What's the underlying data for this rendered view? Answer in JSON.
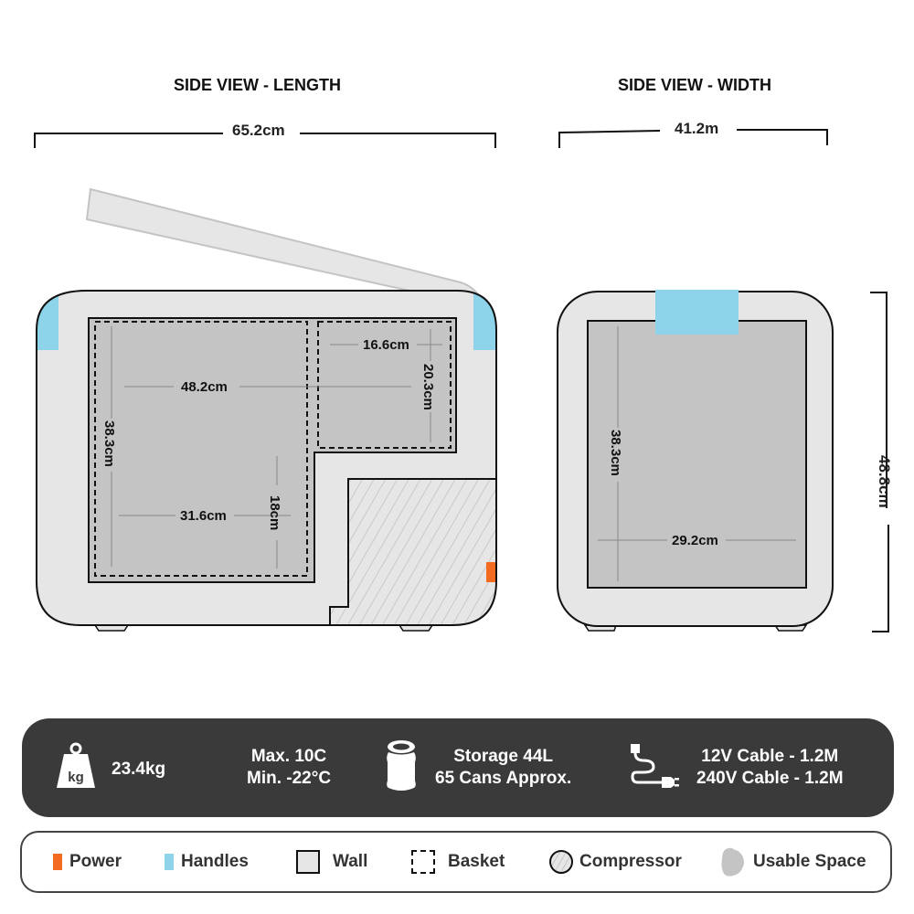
{
  "views": {
    "length": {
      "title": "SIDE VIEW - LENGTH",
      "overall_length": "65.2cm",
      "dimensions": {
        "basket_long_width": "48.2cm",
        "basket_height": "38.3cm",
        "lower_basket_width": "31.6cm",
        "lower_basket_height": "18cm",
        "small_basket_width": "16.6cm",
        "small_basket_height": "20.3cm"
      }
    },
    "width": {
      "title": "SIDE VIEW - WIDTH",
      "overall_width": "41.2m",
      "overall_height": "48.8cm",
      "dimensions": {
        "inner_height": "38.3cm",
        "inner_width": "29.2cm"
      }
    }
  },
  "specs": {
    "weight": {
      "icon": "weight-kg-icon",
      "icon_text": "kg",
      "value": "23.4kg"
    },
    "temperature": {
      "max": "Max. 10C",
      "min": "Min. -22°C"
    },
    "storage": {
      "icon": "can-icon",
      "line1": "Storage 44L",
      "line2": "65 Cans Approx."
    },
    "cables": {
      "icon": "power-cable-icon",
      "line1": "12V Cable -  1.2M",
      "line2": "240V Cable - 1.2M"
    }
  },
  "legend": {
    "items": [
      {
        "label": "Power",
        "icon": "power-swatch",
        "color": "#f26b21"
      },
      {
        "label": "Handles",
        "icon": "handles-swatch",
        "color": "#8dd4ea"
      },
      {
        "label": "Wall",
        "icon": "wall-swatch",
        "color": "#e6e6e6"
      },
      {
        "label": "Basket",
        "icon": "basket-dashed-swatch",
        "color": "#ffffff"
      },
      {
        "label": "Compressor",
        "icon": "compressor-hatched-swatch",
        "color": "#e6e6e6"
      },
      {
        "label": "Usable Space",
        "icon": "usable-space-swatch",
        "color": "#c4c4c4"
      }
    ]
  },
  "colors": {
    "wall": "#e6e6e6",
    "usable_space": "#c4c4c4",
    "handle": "#8dd4ea",
    "power": "#f26b21",
    "spec_bar": "#3a3a3a",
    "outline": "#111111"
  }
}
